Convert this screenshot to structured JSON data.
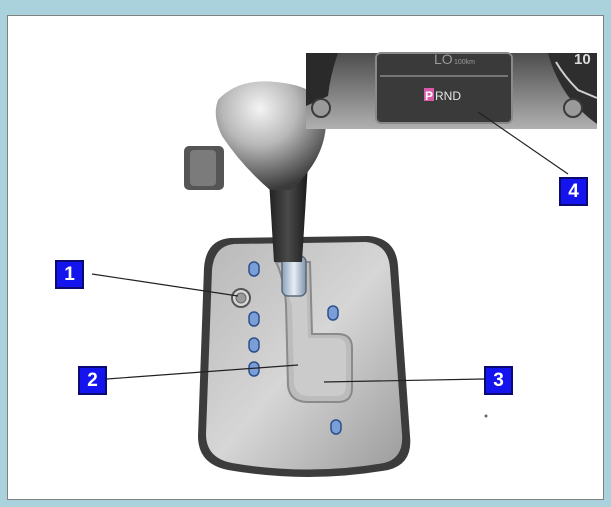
{
  "callouts": [
    {
      "label": "1"
    },
    {
      "label": "2"
    },
    {
      "label": "3"
    },
    {
      "label": "4"
    }
  ],
  "display": {
    "gear_selected": "P",
    "gear_rest": "RND",
    "odometer_unit": "100km",
    "odometer_prefix": "LO",
    "gauge_right_number": "10"
  },
  "colors": {
    "page_background": "#a9d2dc",
    "callout_fill": "#1414ee",
    "gear_highlight": "#d85aa8"
  }
}
